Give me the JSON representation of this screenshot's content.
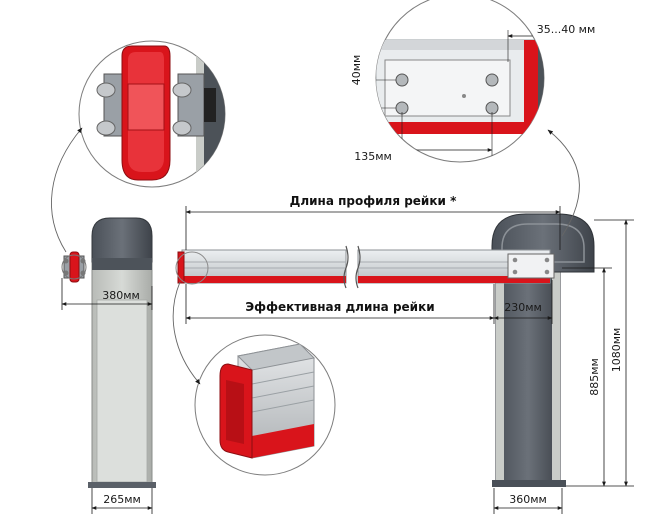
{
  "title_profile_length": "Длина профиля рейки *",
  "title_effective_length": "Эффективная длина рейки",
  "dims": {
    "left_housing_width": "380мм",
    "left_base_width": "265мм",
    "right_base_width": "360мм",
    "boom_offset": "230мм",
    "height_housing": "885мм",
    "height_total": "1080мм",
    "bolt_spacing_vertical": "40мм",
    "bolt_offset_horizontal": "135мм",
    "end_gap": "35...40 мм"
  },
  "colors": {
    "housing_top": "#5a6068",
    "housing_body": "#c9ccc8",
    "accent_red": "#d9141b",
    "boom": "#d8dcdf",
    "dim_line": "#1a1a1a"
  }
}
